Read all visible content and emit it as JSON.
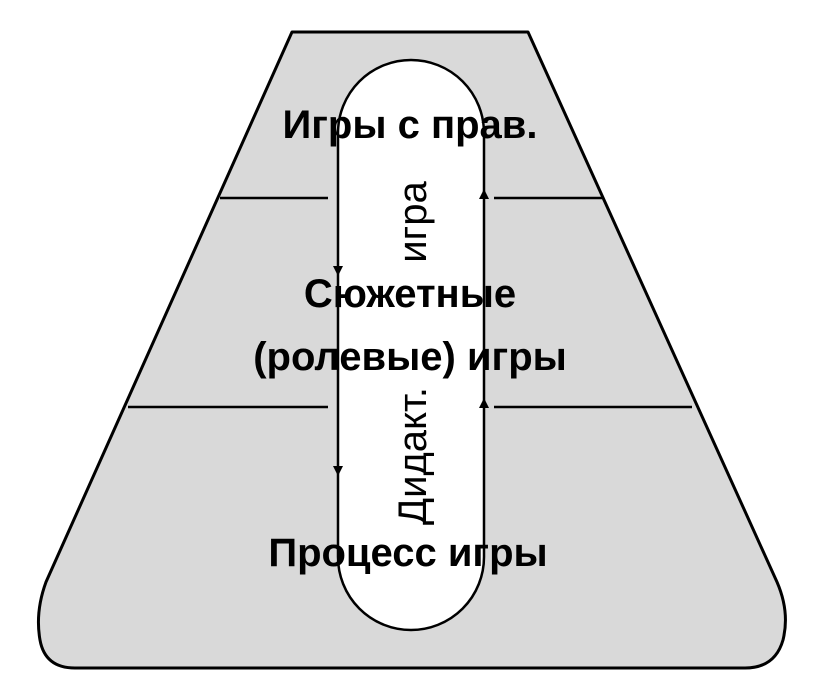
{
  "diagram": {
    "levels": [
      {
        "label": "Игры с прав."
      },
      {
        "label_line1": "Сюжетные",
        "label_line2": "(ролевые) игры"
      },
      {
        "label": "Процесс игры"
      }
    ],
    "vertical_label_top": "игра",
    "vertical_label_bottom": "Дидакт.",
    "colors": {
      "fill": "#d9d9d9",
      "stroke": "#000000",
      "capsule": "#ffffff"
    }
  }
}
